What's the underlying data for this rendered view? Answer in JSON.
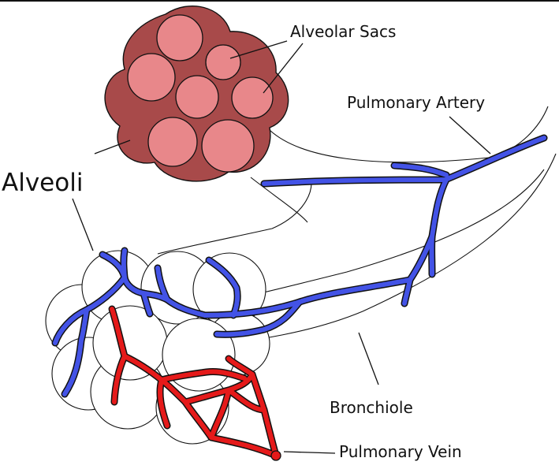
{
  "labels": {
    "alveolar_sacs": "Alveolar Sacs",
    "pulmonary_artery": "Pulmonary Artery",
    "alveoli": "Alveoli",
    "bronchiole": "Bronchiole",
    "pulmonary_vein": "Pulmonary Vein"
  },
  "colors": {
    "artery": "#4353e6",
    "vein": "#e51a1a",
    "sac_outer": "#a84a4a",
    "sac_inner": "#e8878a"
  }
}
